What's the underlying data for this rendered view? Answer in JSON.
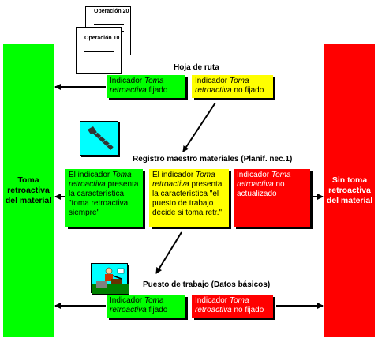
{
  "documents": {
    "back_label": "Operación 20",
    "front_label": "Operación 10"
  },
  "left_bar_text": "Toma retroactiva del material",
  "right_bar_text": "Sin toma retroactiva del material",
  "routing": {
    "heading": "Hoja de ruta",
    "green_box": {
      "prefix": "Indicador ",
      "emph": "Toma retroactiva",
      "suffix": " fijado"
    },
    "yellow_box": {
      "prefix": "Indicador ",
      "emph": "Toma retroactiva",
      "suffix": " no fijado"
    }
  },
  "material_master": {
    "heading": "Registro maestro materiales (Planif. nec.1)",
    "green_box": {
      "prefix": "El indicador ",
      "emph": "Toma retroactiva",
      "suffix": " presenta la característica \"toma retroactiva siempre\""
    },
    "yellow_box": {
      "prefix": "El indicador ",
      "emph": "Toma retroactiva",
      "suffix": " presenta la característica \"el puesto de trabajo decide si toma retr.\""
    },
    "red_box": {
      "prefix": "Indicador ",
      "emph": "Toma retroactiva",
      "suffix": " no actualizado"
    }
  },
  "work_center": {
    "heading": "Puesto de trabajo (Datos básicos)",
    "green_box": {
      "prefix": "Indicador ",
      "emph": "Toma retroactiva",
      "suffix": " fijado"
    },
    "red_box": {
      "prefix": "Indicador ",
      "emph": "Toma retroactiva",
      "suffix": " no fijado"
    }
  },
  "colors": {
    "green": "#00ff00",
    "yellow": "#ffff00",
    "red": "#ff0000",
    "cyan": "#00ffff"
  },
  "icons": [
    "document-stack-icon",
    "screw-part-icon",
    "worker-workstation-icon"
  ]
}
